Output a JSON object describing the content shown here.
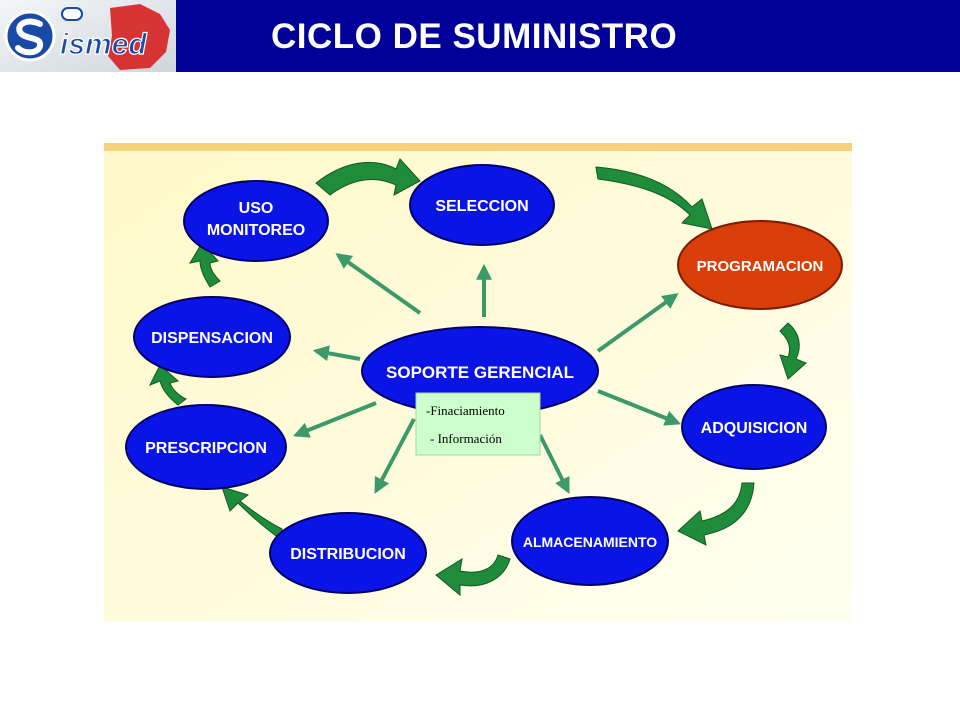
{
  "header": {
    "title": "CICLO DE SUMINISTRO",
    "logo_text": "ismed",
    "bar_color": "#000099"
  },
  "diagram": {
    "nodes": {
      "uso_line1": "USO",
      "uso_line2": "MONITOREO",
      "seleccion": "SELECCION",
      "programacion": "PROGRAMACION",
      "adquisicion": "ADQUISICION",
      "almacenamiento": "ALMACENAMIENTO",
      "distribucion": "DISTRIBUCION",
      "prescripcion": "PRESCRIPCION",
      "dispensacion": "DISPENSACION",
      "soporte": "SOPORTE GERENCIAL"
    },
    "note": {
      "line1": "-Finaciamiento",
      "line2": "- Información"
    },
    "colors": {
      "node_fill": "#0a14e6",
      "highlight_fill": "#d93d08",
      "arrow_green": "#1e8c3a",
      "spoke_green": "#3c9a6a",
      "background": "#fffde0",
      "note_fill": "#ccffcc"
    }
  }
}
